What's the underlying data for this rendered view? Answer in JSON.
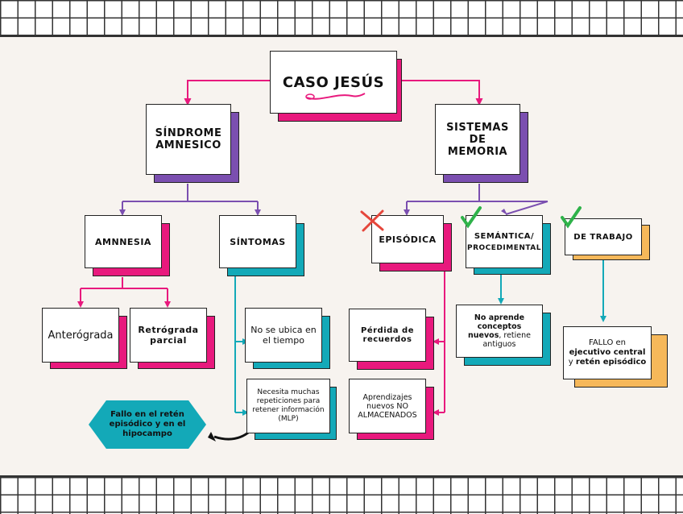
{
  "root": {
    "title": "CASO JESÚS"
  },
  "left": {
    "title": "SÍNDROME AMNESICO"
  },
  "right": {
    "title": "SISTEMAS DE MEMORIA"
  },
  "amnesia": {
    "title": "AMNNESIA",
    "anterograda": "Anterógrada",
    "retrograda": "Retrógrada parcial"
  },
  "sintomas": {
    "title": "SÍNTOMAS",
    "s1": "No se ubica en el tiempo",
    "s2": "Necesita muchas repeticiones para retener información (MLP)"
  },
  "episodica": {
    "title": "EPISÓDICA",
    "e1": "Pérdida de recuerdos",
    "e2": "Aprendizajes nuevos NO ALMACENADOS"
  },
  "semantica": {
    "title_line1": "SEMÁNTICA/",
    "title_line2": "PROCEDIMENTAL",
    "note_bold": "No aprende conceptos nuevos",
    "note_rest": ", retiene antiguos"
  },
  "trabajo": {
    "title": "DE TRABAJO",
    "note_pre": "FALLO en ",
    "note_bold1": "ejecutivo central",
    "note_mid": " y ",
    "note_bold2": "retén episódico"
  },
  "callout": {
    "text": "Fallo en el retén episódico y en el hipocampo"
  },
  "marks": {
    "cross_icon": "red-x",
    "check_icon": "green-check"
  },
  "colors": {
    "pink": "#e8197d",
    "purple": "#7b4fb0",
    "teal": "#13a9b8",
    "orange": "#f6b85a",
    "red": "#e5463b",
    "green": "#2fb24a"
  }
}
